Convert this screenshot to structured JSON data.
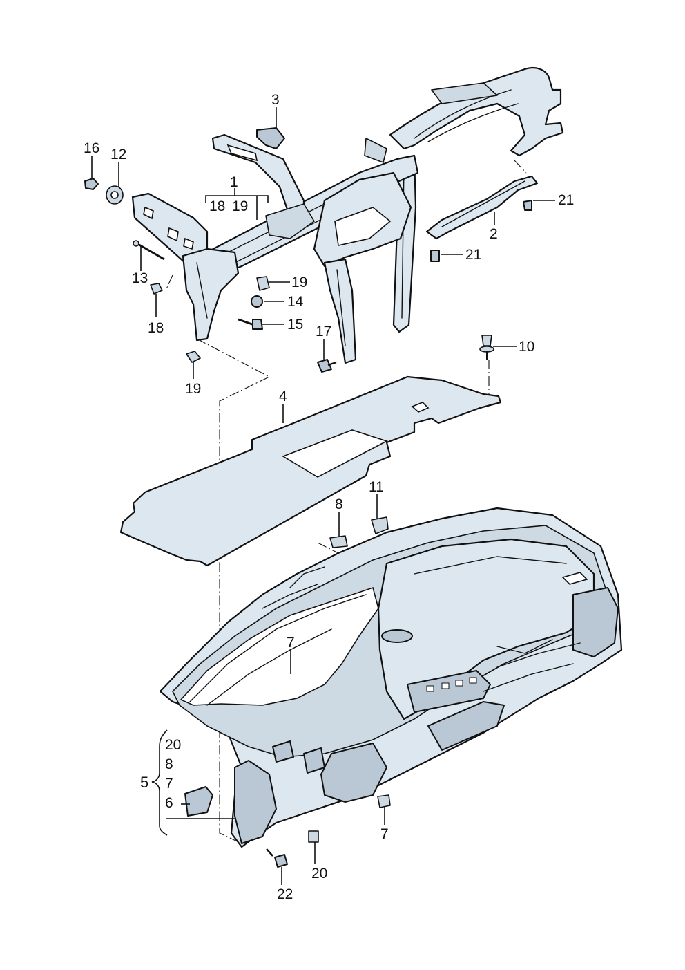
{
  "diagram": {
    "callouts": {
      "c1": "1",
      "c18a": "18",
      "c19a": "19",
      "c2": "2",
      "c3": "3",
      "c4": "4",
      "c5": "5",
      "c6": "6",
      "c7a": "7",
      "c7b": "7",
      "c7c": "7",
      "c8a": "8",
      "c8b": "8",
      "c10": "10",
      "c11": "11",
      "c12": "12",
      "c13": "13",
      "c14": "14",
      "c15": "15",
      "c16": "16",
      "c17": "17",
      "c18b": "18",
      "c19b": "19",
      "c19c": "19",
      "c20a": "20",
      "c20b": "20",
      "c21a": "21",
      "c21b": "21",
      "c22": "22"
    }
  }
}
